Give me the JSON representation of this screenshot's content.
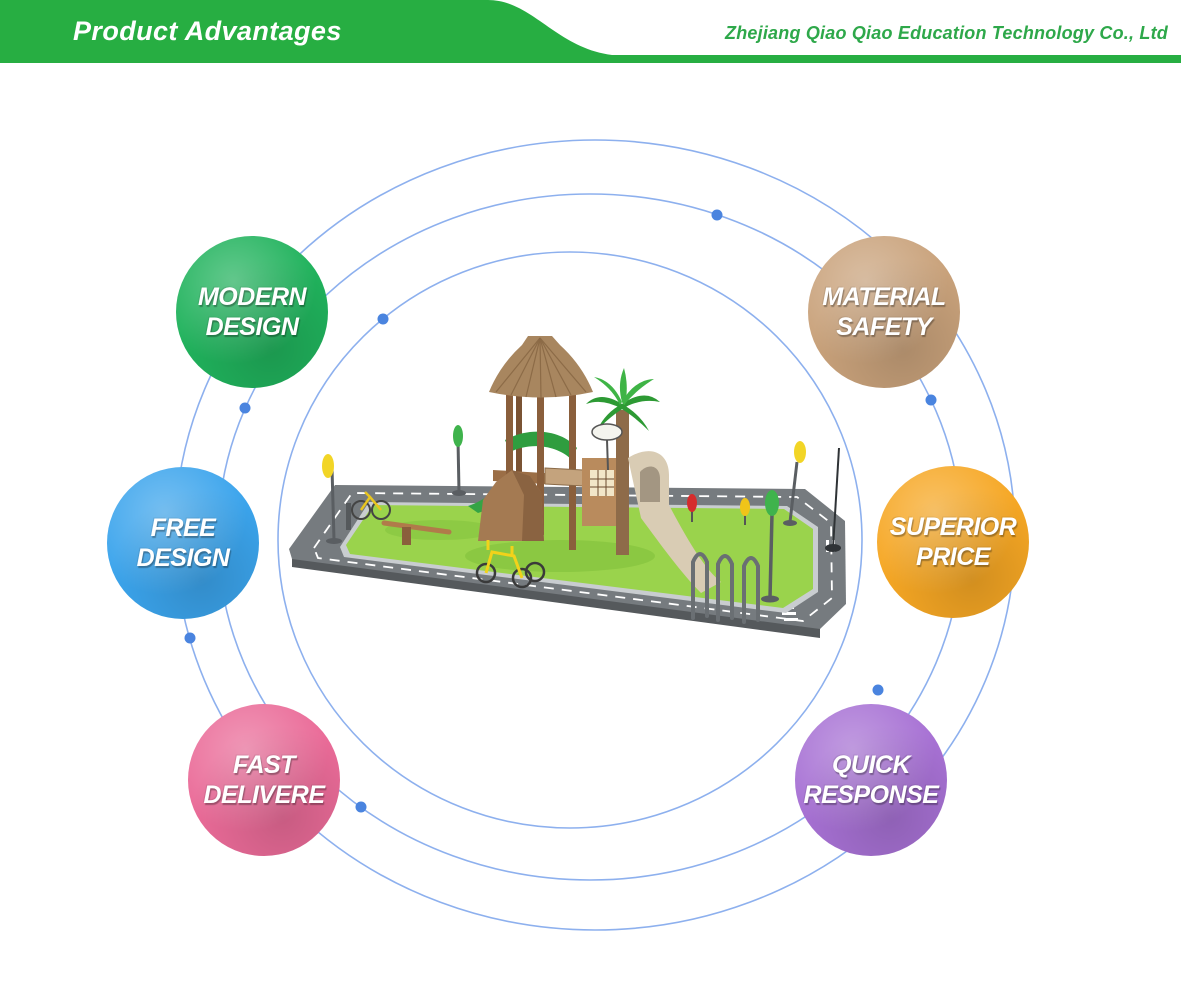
{
  "header": {
    "title": "Product Advantages",
    "company": "Zhejiang Qiao Qiao Education Technology Co., Ltd"
  },
  "advantages": [
    {
      "line1": "MODERN",
      "line2": "DESIGN",
      "color": "#20b25c"
    },
    {
      "line1": "FREE",
      "line2": "DESIGN",
      "color": "#3ba4ec"
    },
    {
      "line1": "FAST",
      "line2": "DELIVERE",
      "color": "#ea6b98"
    },
    {
      "line1": "MATERIAL",
      "line2": "SAFETY",
      "color": "#c9a27b"
    },
    {
      "line1": "SUPERIOR",
      "line2": "PRICE",
      "color": "#f6a724"
    },
    {
      "line1": "QUICK",
      "line2": "RESPONSE",
      "color": "#a771d4"
    }
  ],
  "colors": {
    "header_green": "#27ae42",
    "company_text": "#2ea84a",
    "ring": "#8db0ee",
    "ring_dot": "#4a84df"
  }
}
